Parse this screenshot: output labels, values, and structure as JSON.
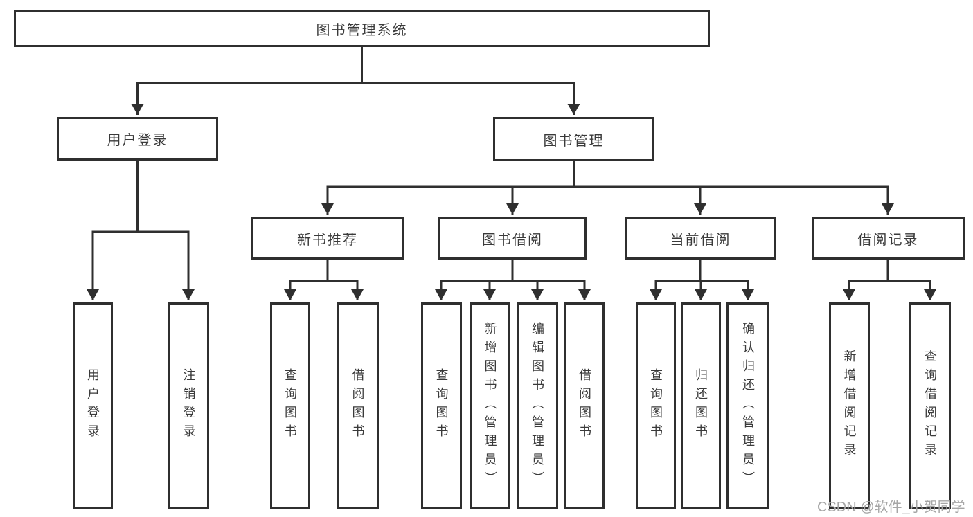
{
  "title": "图书管理系统",
  "watermark": "CSDN @软件_小贺同学",
  "colors": {
    "line": "#2f2f2f",
    "text": "#3a3a3a",
    "watermark": "#a6a6a6",
    "background": "#ffffff"
  },
  "tree": {
    "root": {
      "label": "图书管理系统"
    },
    "branches": [
      {
        "label": "用户登录",
        "children": [
          {
            "label": "用户登录"
          },
          {
            "label": "注销登录"
          }
        ]
      },
      {
        "label": "图书管理",
        "children": [
          {
            "label": "新书推荐",
            "children": [
              {
                "label": "查询图书"
              },
              {
                "label": "借阅图书"
              }
            ]
          },
          {
            "label": "图书借阅",
            "children": [
              {
                "label": "查询图书"
              },
              {
                "label": "新增图书（管理员）"
              },
              {
                "label": "编辑图书（管理员）"
              },
              {
                "label": "借阅图书"
              }
            ]
          },
          {
            "label": "当前借阅",
            "children": [
              {
                "label": "查询图书"
              },
              {
                "label": "归还图书"
              },
              {
                "label": "确认归还（管理员）"
              }
            ]
          },
          {
            "label": "借阅记录",
            "children": [
              {
                "label": "新增借阅记录"
              },
              {
                "label": "查询借阅记录"
              }
            ]
          }
        ]
      }
    ]
  }
}
